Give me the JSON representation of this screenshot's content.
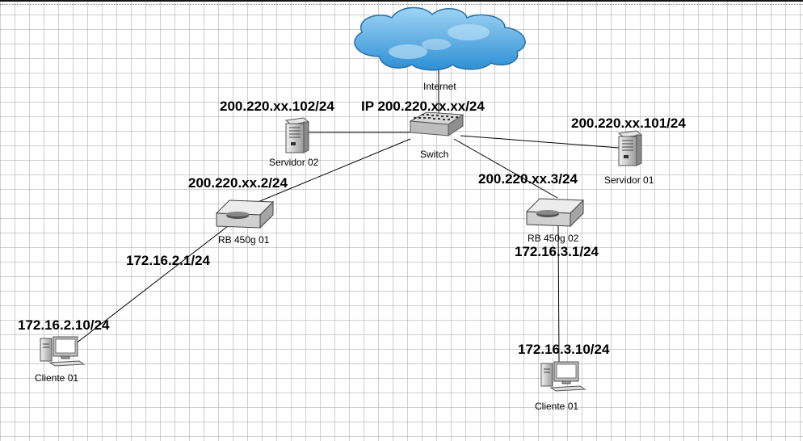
{
  "nodes": {
    "internet": {
      "label": "Internet"
    },
    "switch": {
      "label": "Switch",
      "ip": "IP 200.220.xx.xx/24"
    },
    "server_02": {
      "label": "Servidor 02",
      "ip": "200.220.xx.102/24"
    },
    "server_01": {
      "label": "Servidor 01",
      "ip": "200.220.xx.101/24"
    },
    "router_01": {
      "label": "RB 450g 01",
      "wan_ip": "200.220.xx.2/24",
      "lan_ip": "172.16.2.1/24"
    },
    "router_02": {
      "label": "RB 450g 02",
      "wan_ip": "200.220.xx.3/24",
      "lan_ip": "172.16.3.1/24"
    },
    "client_left": {
      "label": "Cliente 01",
      "ip": "172.16.2.10/24"
    },
    "client_right": {
      "label": "Cliente 01",
      "ip": "172.16.3.10/24"
    }
  }
}
